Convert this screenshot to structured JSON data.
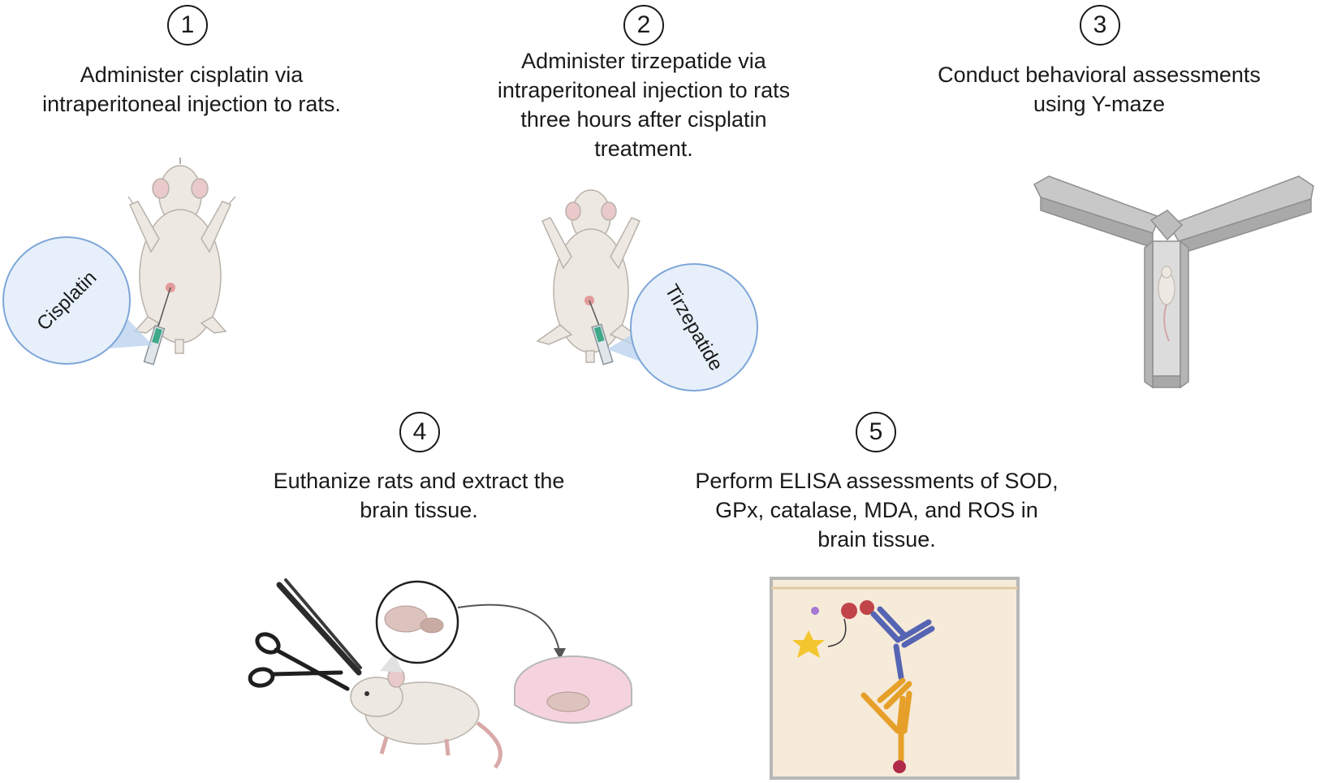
{
  "steps": [
    {
      "number": "1",
      "text": "Administer cisplatin via\nintraperitoneal injection to rats.",
      "label": "Cisplatin"
    },
    {
      "number": "2",
      "text": "Administer tirzepatide via\nintraperitoneal injection to rats\nthree hours after cisplatin\ntreatment.",
      "label": "Tirzepatide"
    },
    {
      "number": "3",
      "text": "Conduct behavioral assessments\nusing Y-maze"
    },
    {
      "number": "4",
      "text": "Euthanize rats and extract the\nbrain tissue."
    },
    {
      "number": "5",
      "text": "Perform ELISA assessments of SOD,\nGPx, catalase, MDA, and ROS in\nbrain tissue."
    }
  ],
  "colors": {
    "rat_body": "#ede8e1",
    "rat_outline": "#b9b2aa",
    "rat_pink": "#e3b0b0",
    "zoom_circle": "#e7f0fa",
    "zoom_border": "#7ea6d8",
    "syringe_liquid": "#3fa887",
    "maze": "#c8c8c8",
    "maze_dark": "#9e9e9e",
    "petri": "#f4d3df",
    "elisa_bg": "#f6ead9",
    "antibody_blue": "#5565b3",
    "antibody_orange": "#e6a029",
    "enzyme": "#c1444a",
    "star": "#f3c630"
  }
}
